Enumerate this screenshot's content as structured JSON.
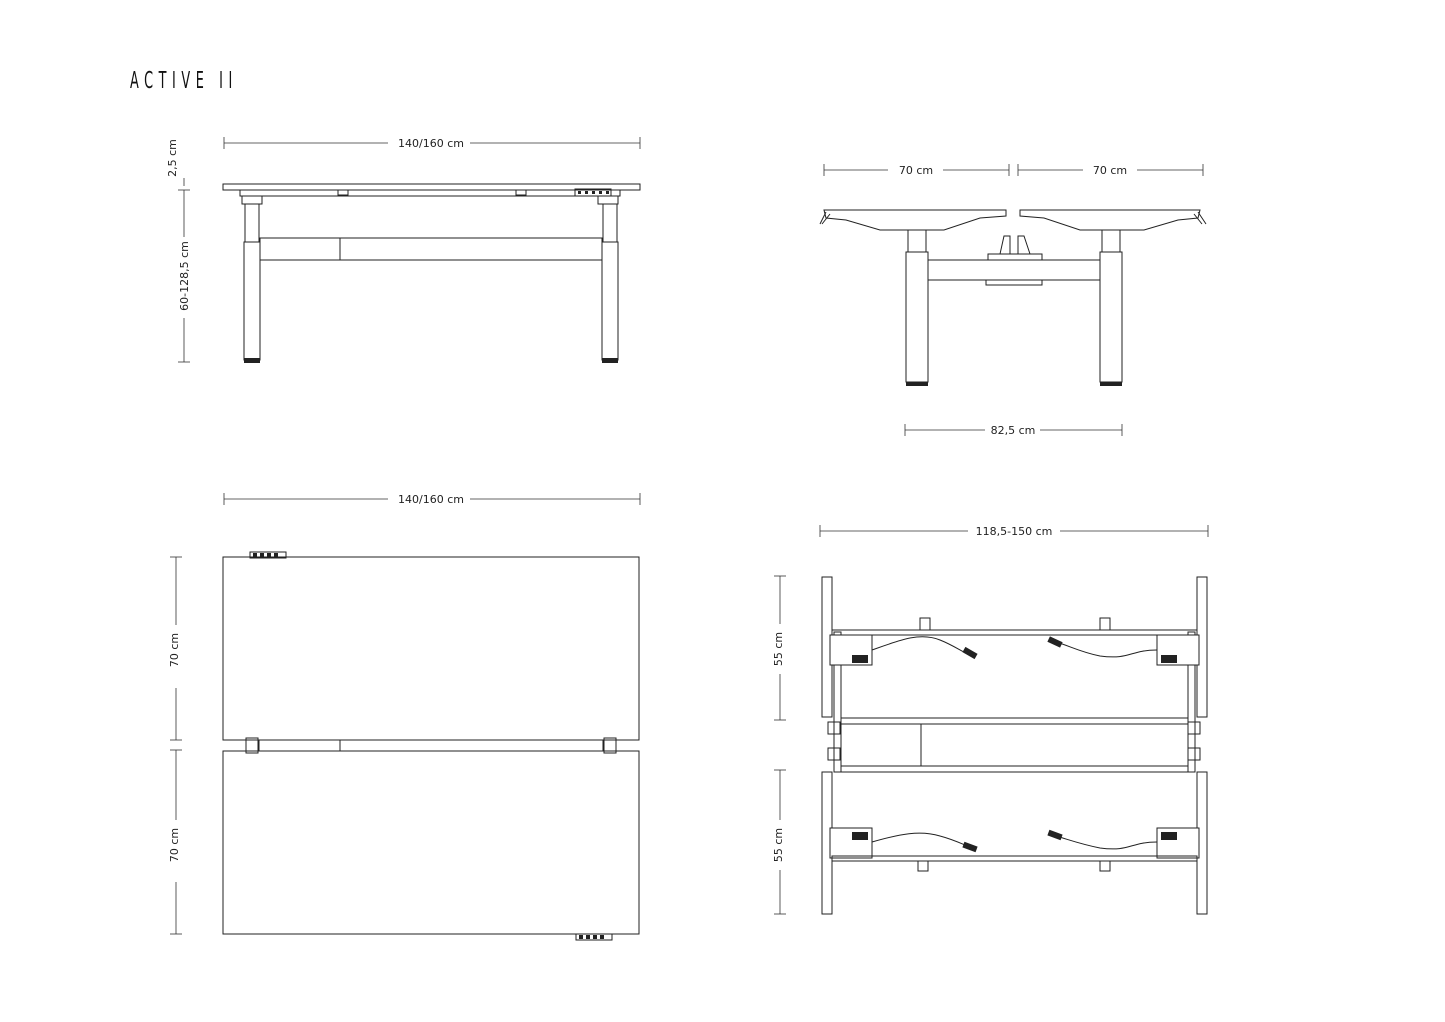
{
  "title": "ACTIVE II",
  "views": {
    "front": {
      "width_label": "140/160 cm",
      "top_thickness_label": "2,5 cm",
      "height_label": "60-128,5 cm"
    },
    "side": {
      "left_depth_label": "70 cm",
      "right_depth_label": "70 cm",
      "foot_label": "82,5 cm"
    },
    "top": {
      "width_label": "140/160 cm",
      "upper_depth_label": "70 cm",
      "lower_depth_label": "70 cm"
    },
    "frame": {
      "width_label": "118,5-150 cm",
      "upper_depth_label": "55 cm",
      "lower_depth_label": "55 cm"
    }
  },
  "colors": {
    "line": "#222222",
    "background": "#ffffff"
  }
}
